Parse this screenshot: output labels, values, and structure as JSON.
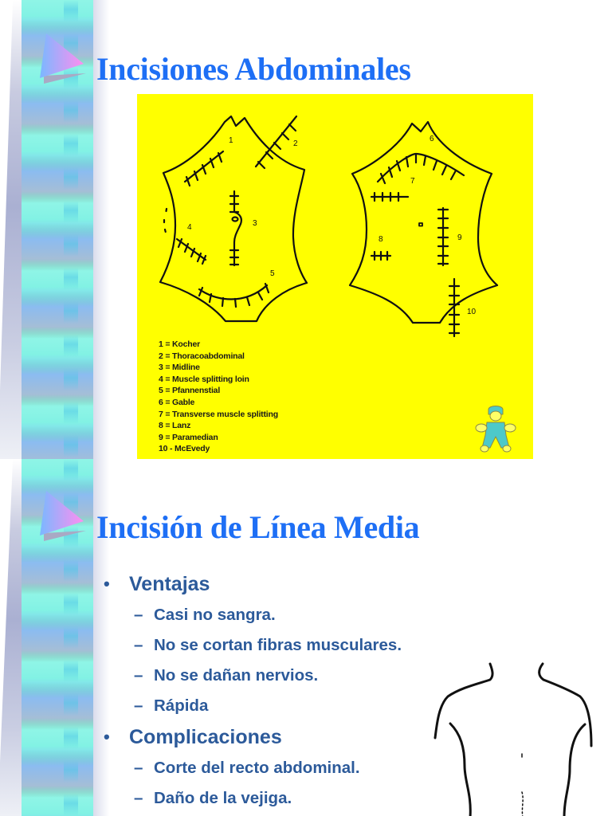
{
  "slides": [
    {
      "title": "Incisiones Abdominales",
      "figure": {
        "background_color": "#ffff00",
        "left_diagram_labels": [
          "1",
          "2",
          "3",
          "4",
          "5"
        ],
        "right_diagram_labels": [
          "6",
          "7",
          "8",
          "9",
          "10"
        ],
        "legend": [
          "1 = Kocher",
          "2 = Thoracoabdominal",
          "3 = Midline",
          "4 = Muscle splitting loin",
          "5 = Pfannenstial",
          "6 = Gable",
          "7 = Transverse muscle splitting",
          "8 = Lanz",
          "9 = Paramedian",
          "10 - McEvedy"
        ]
      }
    },
    {
      "title": "Incisión de Línea Media",
      "bullets": [
        {
          "label": "Ventajas",
          "items": [
            "Casi no sangra.",
            "No se cortan fibras musculares.",
            "No se dañan nervios.",
            "Rápida"
          ]
        },
        {
          "label": "Complicaciones",
          "items": [
            "Corte del recto abdominal.",
            "Daño de la vejiga."
          ]
        }
      ]
    }
  ],
  "colors": {
    "title": "#1e6ff5",
    "body_text": "#2c5a9a",
    "figure_bg": "#ffff00",
    "surgeon_fill": "#4dc9c9"
  },
  "dash": "–"
}
